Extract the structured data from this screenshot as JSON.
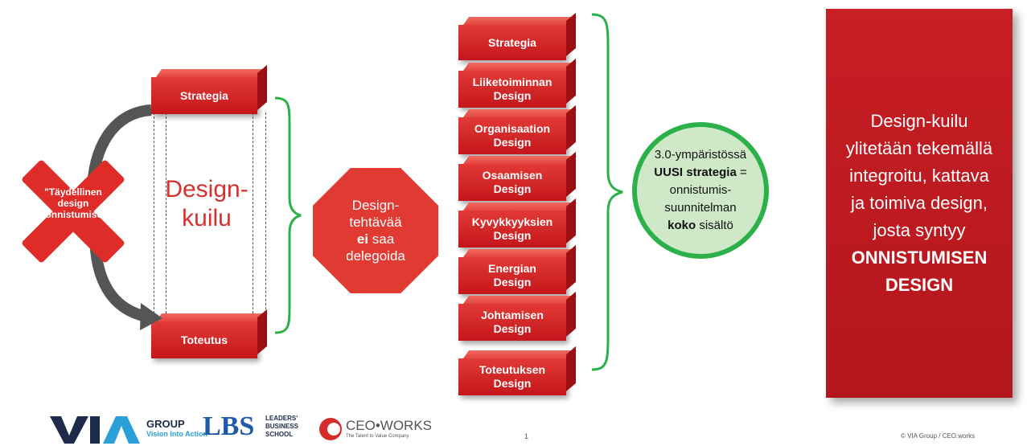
{
  "left": {
    "top_block": "Strategia",
    "bottom_block": "Toteutus",
    "gap_label": [
      "Design-",
      "kuilu"
    ],
    "failure_label": [
      "\"Täydellinen",
      "design",
      "epäonnistumiselle\""
    ]
  },
  "octagon": [
    "Design-",
    "tehtävää",
    "ei",
    "saa",
    "delegoida"
  ],
  "stack": [
    [
      "Strategia"
    ],
    [
      "Liiketoiminnan",
      "Design"
    ],
    [
      "Organisaation",
      "Design"
    ],
    [
      "Osaamisen",
      "Design"
    ],
    [
      "Kyvykkyyksien",
      "Design"
    ],
    [
      "Energian",
      "Design"
    ],
    [
      "Johtamisen",
      "Design"
    ],
    [
      "Toteutuksen",
      "Design"
    ]
  ],
  "circle": {
    "line1": "3.0-ympäristössä",
    "bold1": "UUSI strategia",
    "after_bold1": " =",
    "line3": "onnistumis-",
    "line4": "suunnitelman",
    "bold2": "koko",
    "after_bold2": " sisältö"
  },
  "panel": {
    "lines": [
      "Design-kuilu",
      "ylitetään tekemällä",
      "integroitu, kattava",
      "ja toimiva design,",
      "josta syntyy"
    ],
    "bold_lines": [
      "ONNISTUMISEN",
      "DESIGN"
    ]
  },
  "footer": {
    "via": "GROUP",
    "via_sub": "Vision Into Action",
    "lbs": "LBS",
    "lbs_sub1": "LEADERS'",
    "lbs_sub2": "BUSINESS",
    "lbs_sub3": "SCHOOL",
    "ceo": "CEO•WORKS",
    "ceo_sub": "The Talent to Value Company",
    "page": "1",
    "copyright": "© VIA Group / CEO.works"
  },
  "colors": {
    "red": "#d8302c",
    "green": "#2cb14a",
    "panel": "#c81e25"
  }
}
